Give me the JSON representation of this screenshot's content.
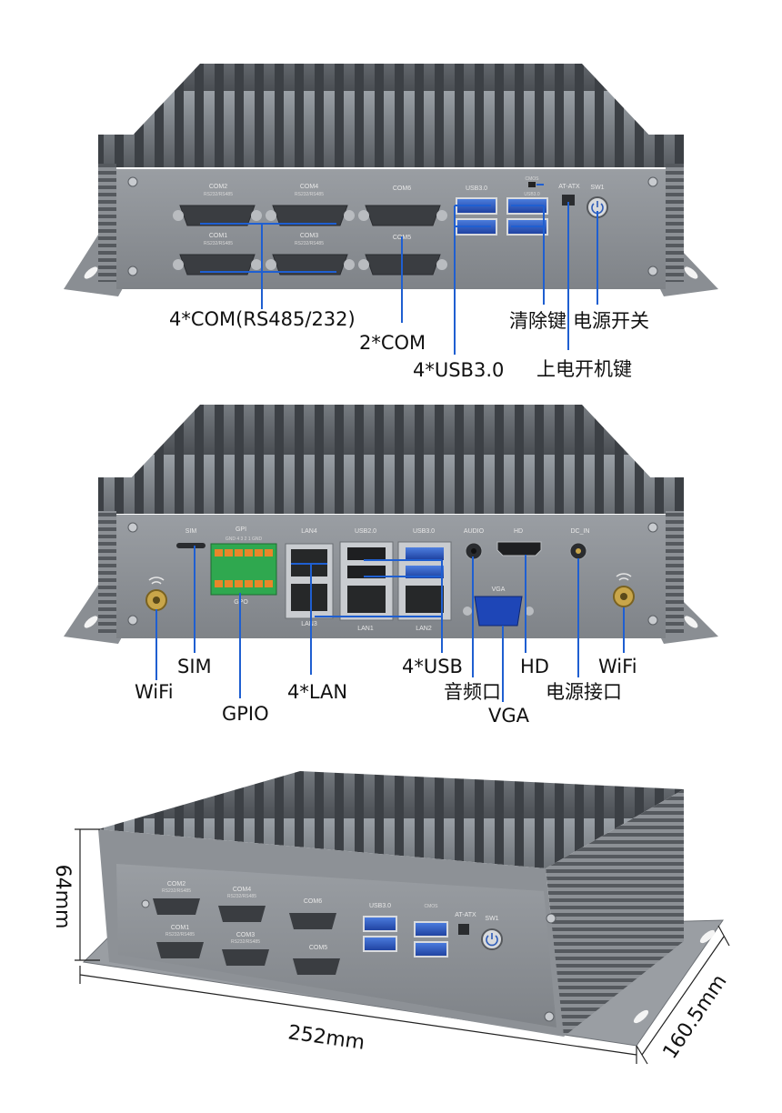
{
  "front_panel": {
    "port_labels": {
      "com2": "COM2",
      "com2_sub": "RS232/RS485",
      "com4": "COM4",
      "com4_sub": "RS232/RS485",
      "com6": "COM6",
      "com1": "COM1",
      "com1_sub": "RS232/RS485",
      "com3": "COM3",
      "com3_sub": "RS232/RS485",
      "com5": "COM5",
      "usb30": "USB3.0",
      "cmos": "CMOS",
      "usb30_right": "USB3.0",
      "at_atx": "AT-ATX",
      "sw1": "SW1"
    },
    "callouts": {
      "com_rs485": "4*COM(RS485/232)",
      "com2": "2*COM",
      "usb30": "4*USB3.0",
      "clear_key": "清除键",
      "power_switch": "电源开关",
      "power_on_key": "上电开机键"
    }
  },
  "rear_panel": {
    "port_labels": {
      "sim": "SIM",
      "gpi": "GPI",
      "gpio_pins": "GND 4 3 2 1 GND",
      "gpo": "GPO",
      "lan4": "LAN4",
      "lan3": "LAN3",
      "usb20": "USB2.0",
      "lan1": "LAN1",
      "usb30": "USB3.0",
      "lan2": "LAN2",
      "audio": "AUDIO",
      "hd": "HD",
      "vga": "VGA",
      "dc_in": "DC_IN"
    },
    "callouts": {
      "sim": "SIM",
      "wifi_left": "WiFi",
      "gpio": "GPIO",
      "lan": "4*LAN",
      "usb": "4*USB",
      "audio": "音频口",
      "hd": "HD",
      "vga": "VGA",
      "dc_in": "电源接口",
      "wifi_right": "WiFi"
    }
  },
  "perspective_view": {
    "port_labels": {
      "com2": "COM2",
      "com2_sub": "RS232/RS485",
      "com4": "COM4",
      "com4_sub": "RS232/RS485",
      "com6": "COM6",
      "com1": "COM1",
      "com1_sub": "RS232/RS485",
      "com3": "COM3",
      "com3_sub": "RS232/RS485",
      "com5": "COM5",
      "usb30": "USB3.0",
      "cmos": "CMOS",
      "at_atx": "AT-ATX",
      "sw1": "SW1"
    },
    "dimensions": {
      "height": "64mm",
      "width": "252mm",
      "depth": "160.5mm"
    }
  },
  "colors": {
    "chassis": "#8d9196",
    "fins": "#6f7378",
    "leader": "#1f5fd1",
    "terminal": "#2fa84f",
    "terminal_orange": "#e8862a"
  }
}
